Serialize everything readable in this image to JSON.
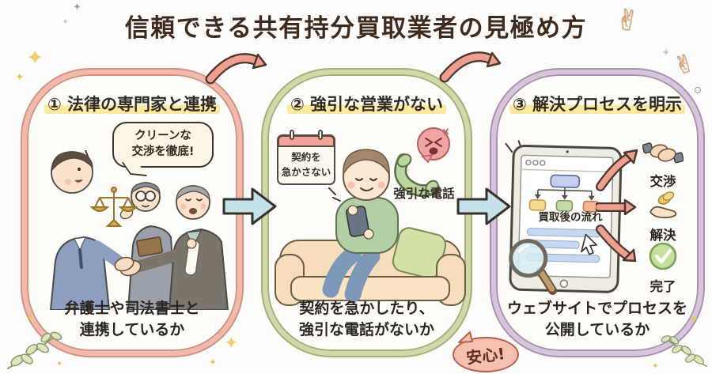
{
  "title": {
    "text": "信頼できる共有持分買取業者の見極め方"
  },
  "icons": {
    "peace_hand": "✌",
    "sparkle": "✦"
  },
  "panels": [
    {
      "heading": "① 法律の専門家と連携",
      "speech_bubble": {
        "line1": "クリーンな",
        "line2": "交渉を徹底!"
      },
      "caption": {
        "line1": "弁護士や司法書士と",
        "line2": "連携しているか"
      }
    },
    {
      "heading": "② 強引な営業がない",
      "calendar_note": {
        "line1": "契約を",
        "line2": "急かさない"
      },
      "phone_label": "強引な電話",
      "caption": {
        "line1": "契約を急かしたり、",
        "line2": "強引な電話がないか"
      }
    },
    {
      "heading": "③ 解決プロセスを明示",
      "tablet_label": "買取後の流れ",
      "steps": [
        {
          "label": "交渉"
        },
        {
          "label": "解決"
        },
        {
          "label": "完了"
        }
      ],
      "caption": {
        "line1": "ウェブサイトでプロセスを",
        "line2": "公開しているか"
      }
    }
  ],
  "badge": {
    "text": "安心!"
  },
  "colors": {
    "title_text": "#3e2b1e",
    "panel1_border": "#f3b9ab",
    "panel2_border": "#cfdaa8",
    "panel3_border": "#d8c5dc",
    "heading_highlight": "#fce9a2",
    "arrow_pink": "#ef9f8d",
    "arrow_blue": "#c5e2ea",
    "badge_bg": "#f6c0ae"
  }
}
